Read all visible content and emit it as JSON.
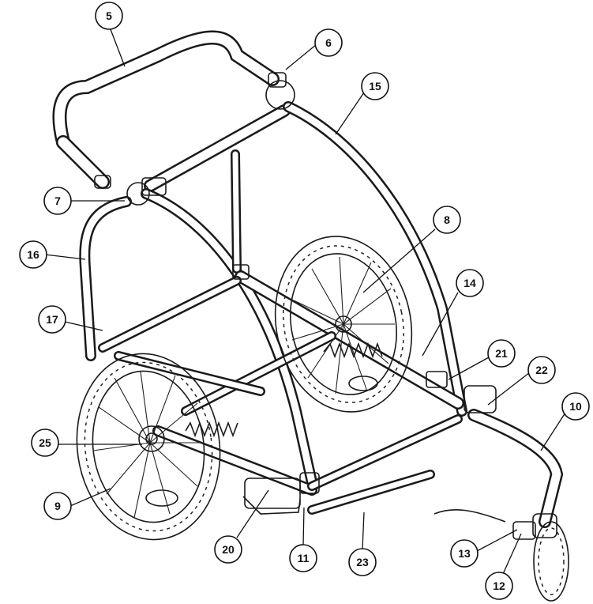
{
  "figure": {
    "type": "exploded-parts-diagram",
    "line_color": "#1a1a1a",
    "background": "#ffffff"
  },
  "callouts": [
    {
      "id": "5",
      "label": "5"
    },
    {
      "id": "6",
      "label": "6"
    },
    {
      "id": "7",
      "label": "7"
    },
    {
      "id": "8",
      "label": "8"
    },
    {
      "id": "9",
      "label": "9"
    },
    {
      "id": "10",
      "label": "10"
    },
    {
      "id": "11",
      "label": "11"
    },
    {
      "id": "12",
      "label": "12"
    },
    {
      "id": "13",
      "label": "13"
    },
    {
      "id": "14",
      "label": "14"
    },
    {
      "id": "15",
      "label": "15"
    },
    {
      "id": "16",
      "label": "16"
    },
    {
      "id": "17",
      "label": "17"
    },
    {
      "id": "20",
      "label": "20"
    },
    {
      "id": "21",
      "label": "21"
    },
    {
      "id": "22",
      "label": "22"
    },
    {
      "id": "23",
      "label": "23"
    },
    {
      "id": "25",
      "label": "25"
    }
  ]
}
